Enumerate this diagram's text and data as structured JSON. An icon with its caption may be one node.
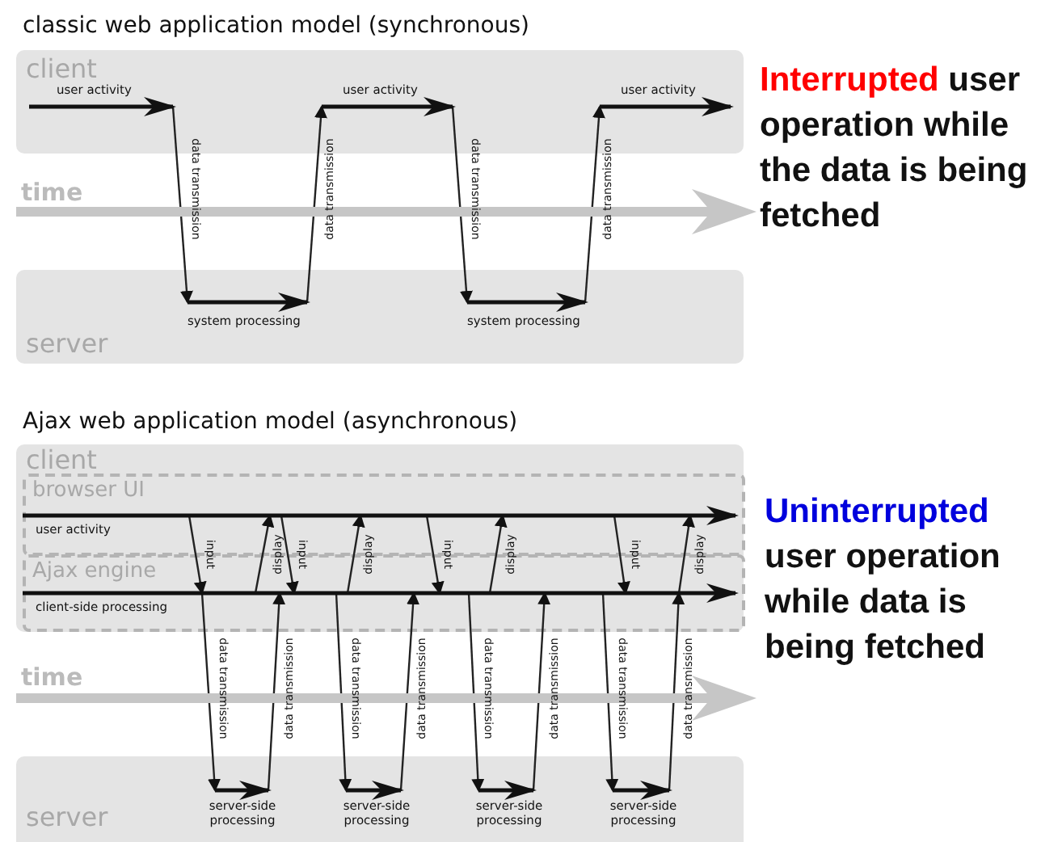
{
  "diagram": {
    "nodes": [
      {
        "text": [
          "client"
        ]
      },
      {
        "text": [
          "server"
        ]
      },
      {
        "text": [
          "client"
        ]
      },
      {
        "text": [
          "browser UI"
        ],
        "in": 2
      },
      {
        "text": [
          "Ajax engine"
        ],
        "in": 2
      },
      {
        "text": [
          "server"
        ]
      }
    ],
    "edges": [
      {
        "from": 0,
        "to": 1,
        "arrow": "to",
        "label": "data transmission"
      },
      {
        "from": 1,
        "to": 0,
        "arrow": "to",
        "label": "data transmission"
      },
      {
        "from": 0,
        "to": 1,
        "arrow": "to",
        "label": "data transmission"
      },
      {
        "from": 1,
        "to": 0,
        "arrow": "to",
        "label": "data transmission"
      },
      {
        "from": 3,
        "to": 4,
        "arrow": "to",
        "label": "input"
      },
      {
        "from": 4,
        "to": 3,
        "arrow": "to",
        "label": "display"
      },
      {
        "from": 4,
        "to": 5,
        "arrow": "to",
        "label": "data transmission"
      },
      {
        "from": 5,
        "to": 4,
        "arrow": "to",
        "label": "data transmission"
      },
      {
        "from": 3,
        "to": 4,
        "arrow": "to",
        "label": "input"
      },
      {
        "from": 4,
        "to": 3,
        "arrow": "to",
        "label": "display"
      },
      {
        "from": 4,
        "to": 5,
        "arrow": "to",
        "label": "data transmission"
      },
      {
        "from": 5,
        "to": 4,
        "arrow": "to",
        "label": "data transmission"
      },
      {
        "from": 3,
        "to": 4,
        "arrow": "to",
        "label": "input"
      },
      {
        "from": 4,
        "to": 3,
        "arrow": "to",
        "label": "display"
      },
      {
        "from": 4,
        "to": 5,
        "arrow": "to",
        "label": "data transmission"
      },
      {
        "from": 5,
        "to": 4,
        "arrow": "to",
        "label": "data transmission"
      },
      {
        "from": 3,
        "to": 4,
        "arrow": "to",
        "label": "input"
      },
      {
        "from": 4,
        "to": 3,
        "arrow": "to",
        "label": "display"
      },
      {
        "from": 4,
        "to": 5,
        "arrow": "to",
        "label": "data transmission"
      },
      {
        "from": 5,
        "to": 4,
        "arrow": "to",
        "label": "data transmission"
      }
    ],
    "labels": [
      "classic web application model (synchronous)",
      "user activity",
      "user activity",
      "user activity",
      "Interrupted user operation while the data is being fetched",
      "time",
      "system processing",
      "system processing",
      "Ajax web application model (asynchronous)",
      "Uninterrupted user operation while data is being fetched",
      "user activity",
      "client-side processing",
      "time",
      "server-side processing",
      "server-side processing",
      "server-side processing",
      "server-side processing"
    ]
  }
}
